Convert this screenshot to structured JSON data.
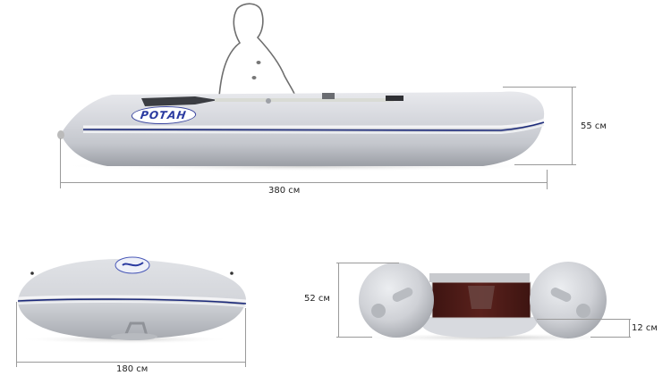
{
  "figure": {
    "subject": "inflatable rowing boat dimensions",
    "brand_logo_text": "РОТАН",
    "views": {
      "side": {
        "length_label": "380 см",
        "height_label": "55 см"
      },
      "front": {
        "width_label": "180 см"
      },
      "rear": {
        "height_label": "52 см",
        "clearance_label": "12 см"
      }
    },
    "colors": {
      "hull": "#c9ccd2",
      "hull_light": "#e4e6ea",
      "stripe": "#1c2a7a",
      "transom": "#4a1a16",
      "dimension_line": "#9a9a9a",
      "silhouette": "#6e6e6e"
    }
  }
}
